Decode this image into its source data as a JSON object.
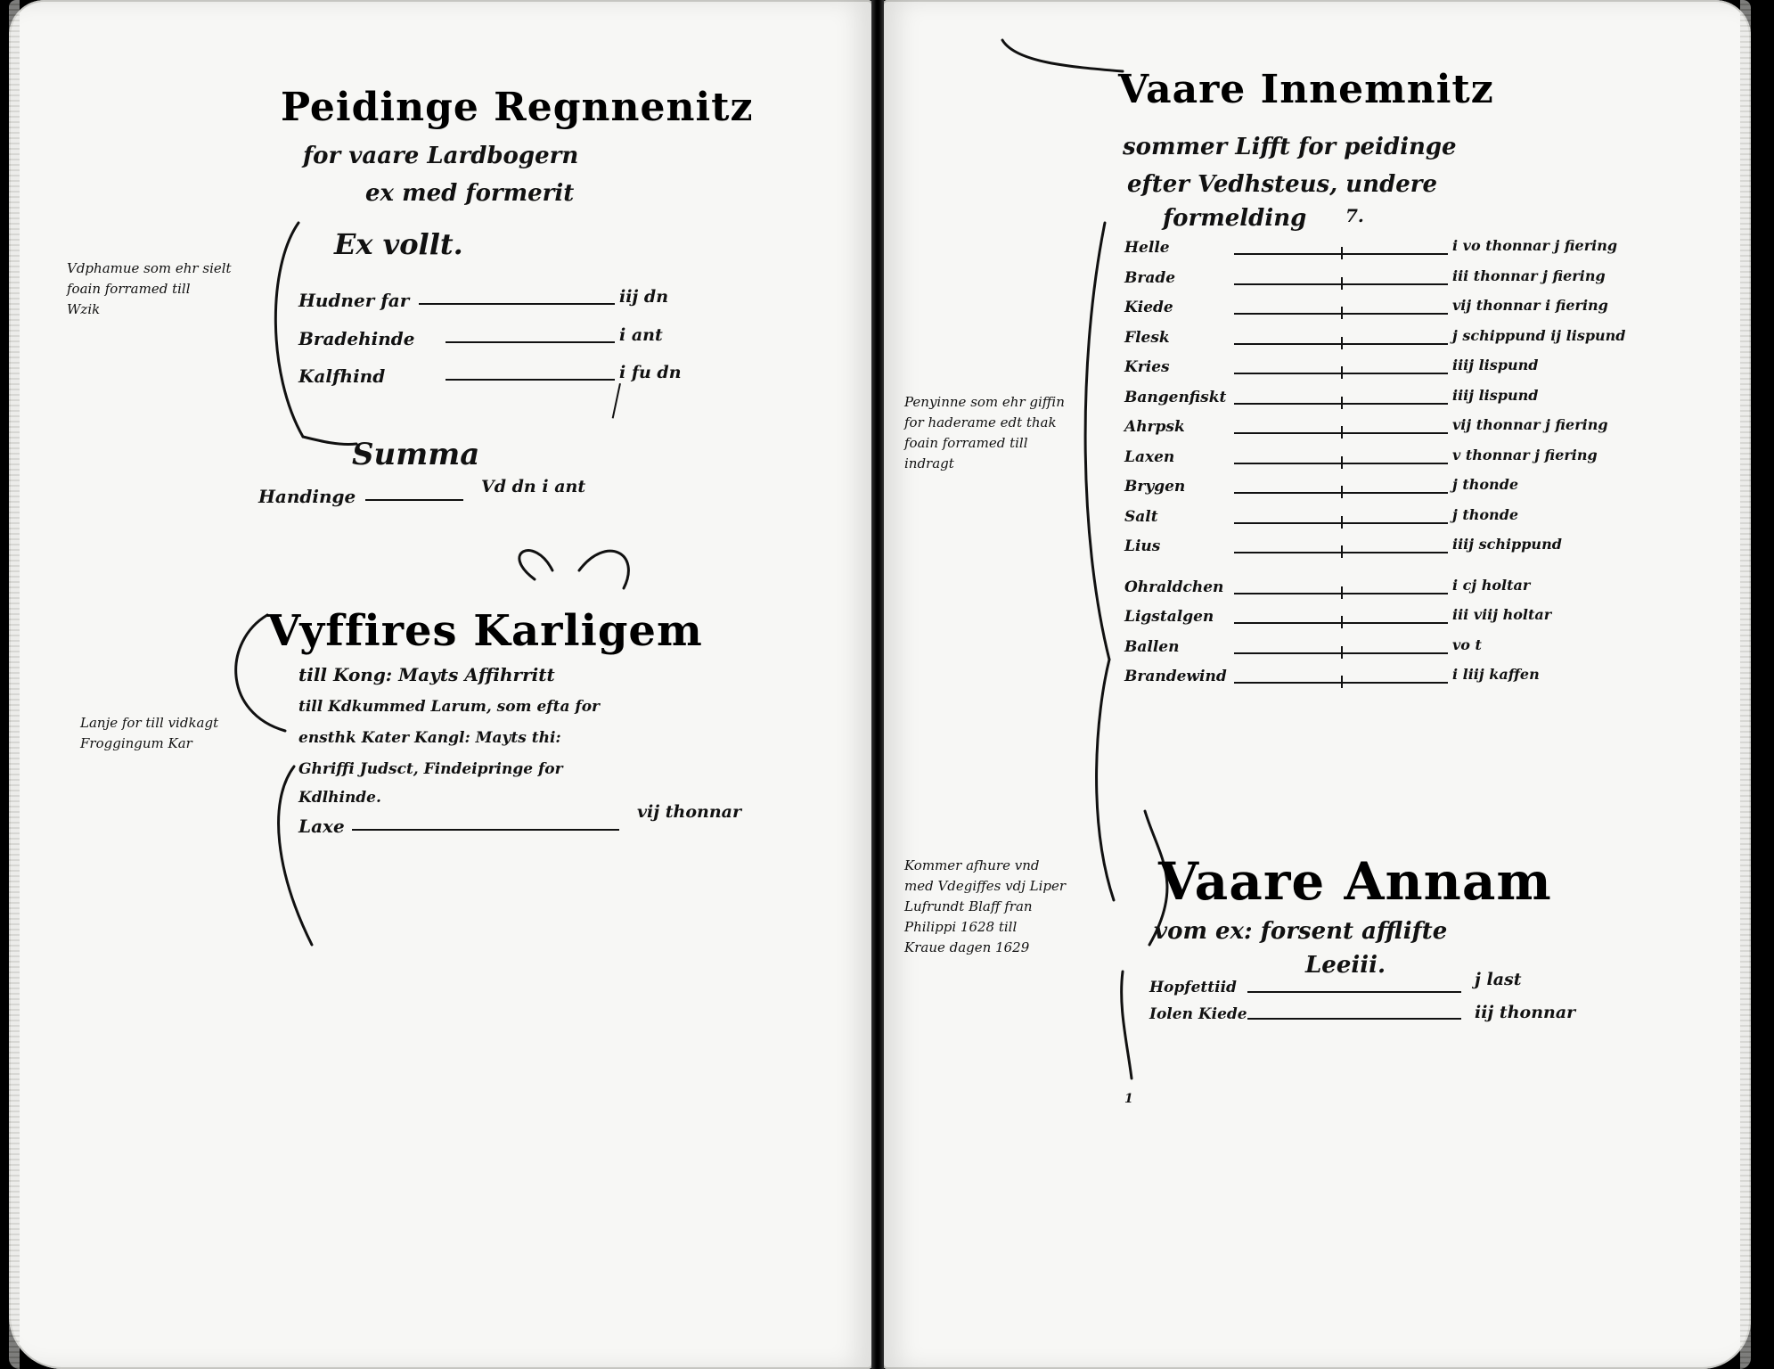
{
  "left_page": {
    "heading": "Peidinge Regnnenitz",
    "heading_lines": [
      "for vaare Lardbogern",
      "ex med formerit"
    ],
    "section1_title": "Ex vollt.",
    "margin_note1": [
      "Vdphamue som ehr sielt",
      "foain forramed till",
      "Wzik"
    ],
    "entries1": [
      {
        "label": "Hudner far",
        "qty": "iij dn"
      },
      {
        "label": "Bradehinde",
        "qty": "i ant"
      },
      {
        "label": "Kalfhind",
        "qty": "i fu dn"
      }
    ],
    "summa_title": "Summa",
    "summa_entry": {
      "label": "Handinge",
      "qty": "Vd dn i ant"
    },
    "section2_title": "Vyffires Karligem",
    "section2_lines": [
      "till Kong: Mayts Affihrritt",
      "till Kdkummed Larum, som efta for",
      "ensthk Kater Kangl: Mayts thi:",
      "Ghriffi Judsct, Findeipringe for",
      "Kdlhinde."
    ],
    "margin_note2": [
      "Lanje for till vidkagt",
      "Froggingum Kar"
    ],
    "section2_entry": {
      "label": "Laxe",
      "qty": "vij thonnar"
    }
  },
  "right_page": {
    "heading": "Vaare Innemnitz",
    "heading_lines": [
      "sommer Lifft for peidinge",
      "efter Vedhsteus, undere",
      "formelding"
    ],
    "folio": "7.",
    "margin_note1": [
      "Penyinne som ehr giffin",
      "for haderame edt thak",
      "foain forramed till",
      "indragt"
    ],
    "items": [
      {
        "label": "Helle",
        "qty": "i vo thonnar j fiering"
      },
      {
        "label": "Brade",
        "qty": "iii thonnar j fiering"
      },
      {
        "label": "Kiede",
        "qty": "vij thonnar i fiering"
      },
      {
        "label": "Flesk",
        "qty": "j schippund ij lispund"
      },
      {
        "label": "Kries",
        "qty": "iiij lispund"
      },
      {
        "label": "Bangenfiskt",
        "qty": "iiij lispund"
      },
      {
        "label": "Ahrpsk",
        "qty": "vij thonnar j fiering"
      },
      {
        "label": "Laxen",
        "qty": "v thonnar j fiering"
      },
      {
        "label": "Brygen",
        "qty": "j thonde"
      },
      {
        "label": "Salt",
        "qty": "j thonde"
      },
      {
        "label": "Lius",
        "qty": "iiij schippund"
      },
      {
        "label": "Ohraldchen",
        "qty": "i cj holtar"
      },
      {
        "label": "Ligstalgen",
        "qty": "iii viij holtar"
      },
      {
        "label": "Ballen",
        "qty": "vo t"
      },
      {
        "label": "Brandewind",
        "qty": "i liij kaffen"
      }
    ],
    "section2_title": "Vaare Annam",
    "section2_lines": [
      "vom ex: forsent afflifte",
      "Leeiii."
    ],
    "margin_note2": [
      "Kommer afhure vnd",
      "med Vdegiffes vdj Liper",
      "Lufrundt Blaff fran",
      "Philippi 1628 till",
      "Kraue dagen 1629"
    ],
    "section2_entries": [
      {
        "label": "Hopfettiid",
        "qty": "j last"
      },
      {
        "label": "Iolen Kiede",
        "qty": "iij thonnar"
      }
    ],
    "footer_mark": "1"
  }
}
